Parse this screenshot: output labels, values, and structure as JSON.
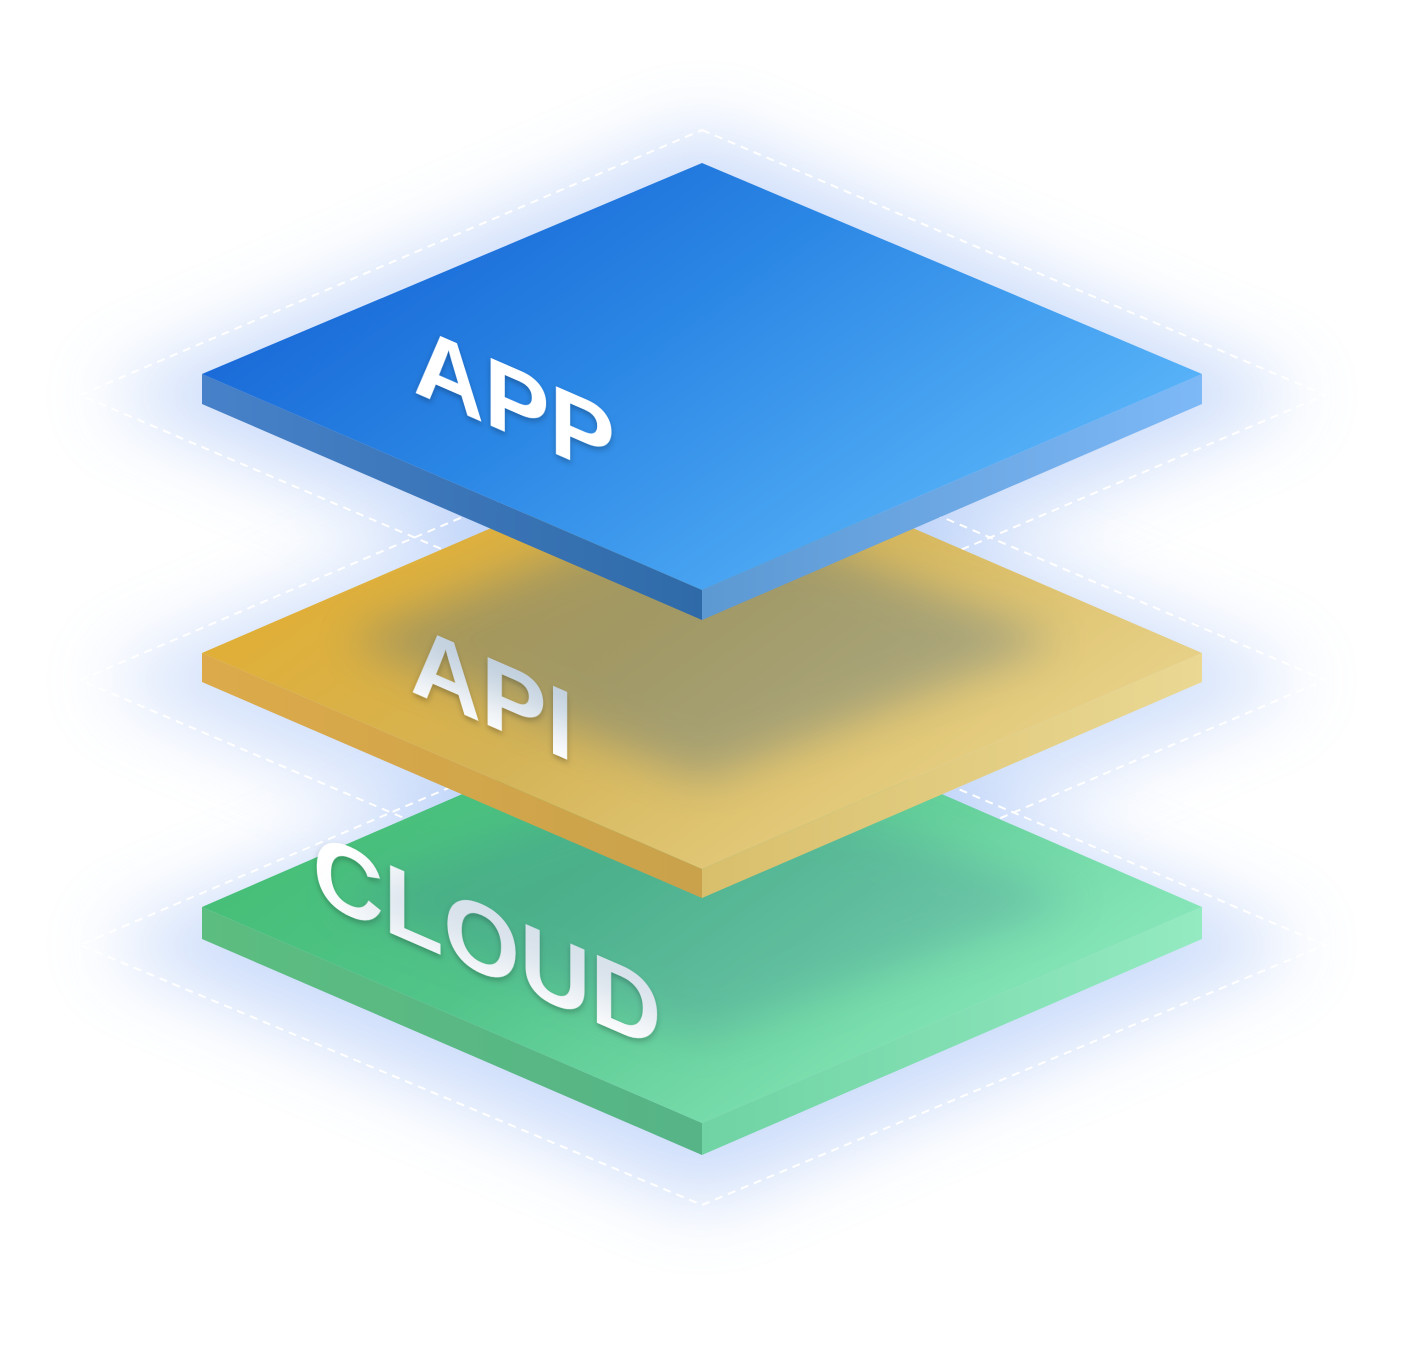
{
  "layers": [
    {
      "id": "cloud",
      "label": "CLOUD",
      "top_color_dark": "#3dbb6a",
      "top_color_light": "#8ce9bd",
      "left_side_color": "#5fbd86",
      "right_side_color": "#7fdcb0"
    },
    {
      "id": "api",
      "label": "API",
      "top_color_dark": "#e8ac22",
      "top_color_light": "#e9d48c",
      "left_side_color": "#d9a84a",
      "right_side_color": "#e1c879"
    },
    {
      "id": "app",
      "label": "APP",
      "top_color_dark": "#1262d6",
      "top_color_light": "#55b0f8",
      "left_side_color": "#3a73b9",
      "right_side_color": "#6aa6e4"
    }
  ],
  "glow_color": "#8fb4f5",
  "dashed_outline_color": "#ffffff"
}
